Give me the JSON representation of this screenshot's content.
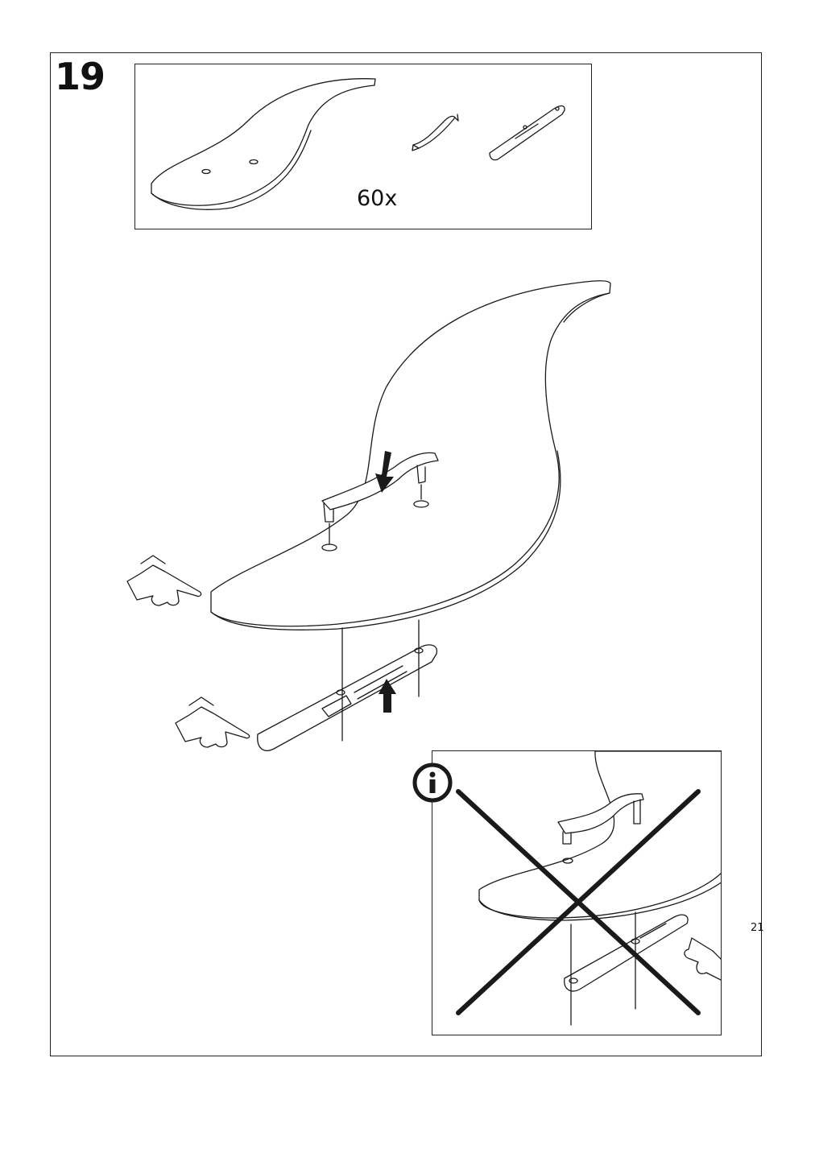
{
  "step": {
    "number": "19"
  },
  "parts": {
    "quantity_label": "60x"
  },
  "page": {
    "number": "21"
  },
  "icons": {
    "info": "info-circle-icon",
    "prohibited": "cross-out-icon",
    "hand": "pointing-hand-icon",
    "arrow_down": "arrow-down-icon",
    "arrow_up": "arrow-up-icon"
  }
}
